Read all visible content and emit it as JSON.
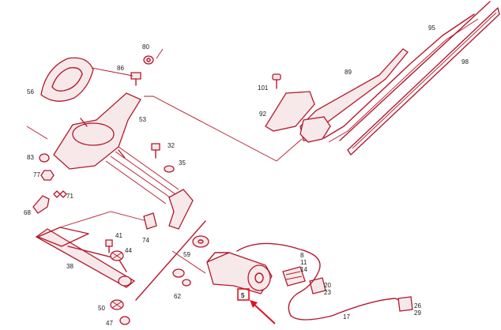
{
  "diagram": {
    "highlight_color": "#e0141e",
    "line_color": "#b3192b",
    "highlighted_label": "5",
    "labels": [
      "80",
      "86",
      "56",
      "101",
      "89",
      "95",
      "98",
      "92",
      "53",
      "83",
      "32",
      "77",
      "35",
      "71",
      "68",
      "74",
      "41",
      "44",
      "59",
      "8",
      "11",
      "14",
      "38",
      "62",
      "20",
      "23",
      "50",
      "26",
      "29",
      "47",
      "17",
      "5"
    ]
  }
}
